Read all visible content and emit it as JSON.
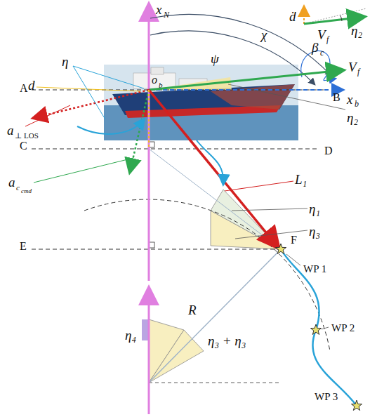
{
  "diagram": {
    "labels": [
      "x",
      "N",
      "χ",
      "ψ",
      "β",
      "c",
      "V",
      "f",
      "x",
      "b",
      "η",
      "d",
      "o",
      "b",
      "A",
      "B",
      "a",
      "⊥ LOS",
      "C",
      "D",
      "L₁",
      "η₁",
      "η₃",
      "a",
      "c",
      "cmd",
      "E",
      "F",
      "R",
      "η₄",
      "η₃ + η₃",
      "WP 1",
      "WP 2",
      "WP 3",
      "ḋ",
      "V",
      "f",
      "η₂",
      "η₂"
    ]
  }
}
